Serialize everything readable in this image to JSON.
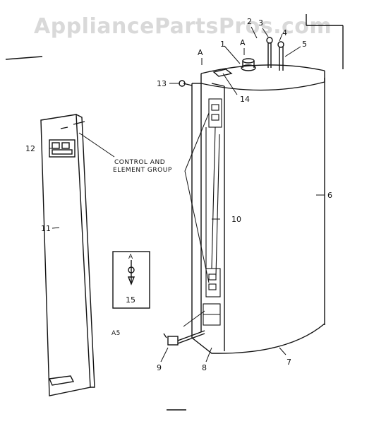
{
  "watermark": "AppliancePartsPros.com",
  "callouts": {
    "c1": "1",
    "c2": "2",
    "c3": "3",
    "c4": "4",
    "c5": "5",
    "c6": "6",
    "c7": "7",
    "c8": "8",
    "c9": "9",
    "c10": "10",
    "c11": "11",
    "c12": "12",
    "c13": "13",
    "c14": "14",
    "c15": "15"
  },
  "group_label_line1": "CONTROL AND",
  "group_label_line2": "ELEMENT GROUP",
  "view_marker": "A",
  "view_marker_2": "A",
  "view_marker_3": "A",
  "detail_code": "A5",
  "colors": {
    "ink": "#111111",
    "watermark": "#d9d9d9",
    "background": "#ffffff"
  }
}
